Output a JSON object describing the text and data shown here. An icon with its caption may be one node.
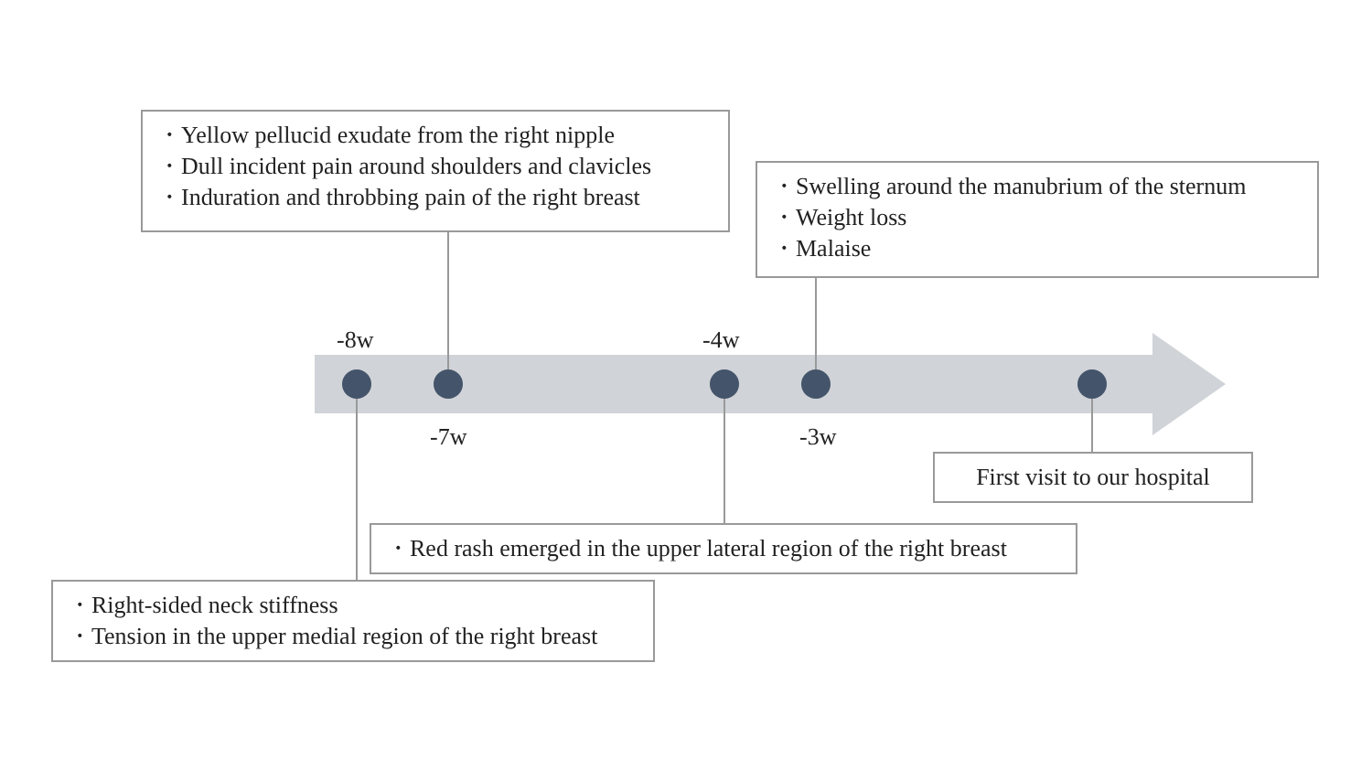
{
  "diagram": {
    "nodes": [
      {
        "text": [],
        "shape": "arrow"
      },
      {
        "text": [],
        "shape": "circle",
        "in": 0,
        "beside": [
          "-8w"
        ]
      },
      {
        "text": [],
        "shape": "circle",
        "in": 0,
        "beside": [
          "-7w"
        ]
      },
      {
        "text": [],
        "shape": "circle",
        "in": 0,
        "beside": [
          "-4w"
        ]
      },
      {
        "text": [],
        "shape": "circle",
        "in": 0,
        "beside": [
          "-3w"
        ]
      },
      {
        "text": [],
        "shape": "circle",
        "in": 0
      },
      {
        "text": [
          "・Yellow pellucid exudate from the right nipple",
          "・Dull incident pain around shoulders and clavicles",
          "・Induration and throbbing pain of the right breast"
        ]
      },
      {
        "text": [
          "・Swelling around the manubrium of the sternum",
          "・Weight loss",
          "・Malaise"
        ]
      },
      {
        "text": [
          "First visit to our hospital"
        ]
      },
      {
        "text": [
          "・Red rash emerged in the upper lateral region of the right breast"
        ]
      },
      {
        "text": [
          "・Right-sided neck stiffness",
          "・Tension in the upper medial region of the right breast"
        ]
      }
    ],
    "edges": [
      {
        "from": 2,
        "to": 6,
        "arrow": "none"
      },
      {
        "from": 4,
        "to": 7,
        "arrow": "none"
      },
      {
        "from": 5,
        "to": 8,
        "arrow": "none"
      },
      {
        "from": 3,
        "to": 9,
        "arrow": "none"
      },
      {
        "from": 1,
        "to": 10,
        "arrow": "none"
      }
    ]
  }
}
